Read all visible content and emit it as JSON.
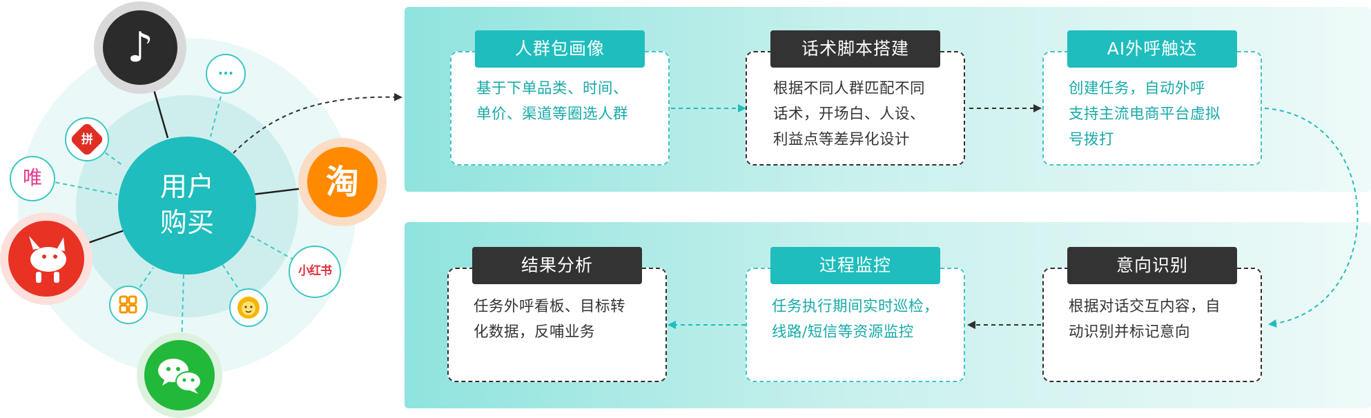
{
  "center": {
    "line1": "用户",
    "line2": "购买"
  },
  "platform_icons": {
    "douyin": "♪",
    "more": "···",
    "pinduoduo": "拼",
    "vip": "唯",
    "taobao": "淘",
    "xiaohongshu": "小红书"
  },
  "steps": [
    {
      "title": "人群包画像",
      "lines": [
        "基于下单品类、时间、",
        "单价、渠道等圈选人群"
      ]
    },
    {
      "title": "话术脚本搭建",
      "lines": [
        "根据不同人群匹配不同",
        "话术，开场白、人设、",
        "利益点等差异化设计"
      ]
    },
    {
      "title": "AI外呼触达",
      "lines": [
        "创建任务，自动外呼",
        "支持主流电商平台虚拟",
        "号拨打"
      ]
    },
    {
      "title": "意向识别",
      "lines": [
        "根据对话交互内容，自",
        "动识别并标记意向"
      ]
    },
    {
      "title": "过程监控",
      "lines": [
        "任务执行期间实时巡检，",
        "线路/短信等资源监控"
      ]
    },
    {
      "title": "结果分析",
      "lines": [
        "任务外呼看板、目标转",
        "化数据，反哺业务"
      ]
    }
  ],
  "colors": {
    "teal": "#1fbdbd",
    "dark": "#333333",
    "band_start": "#8fe3de",
    "band_end": "#f1fbfa"
  }
}
